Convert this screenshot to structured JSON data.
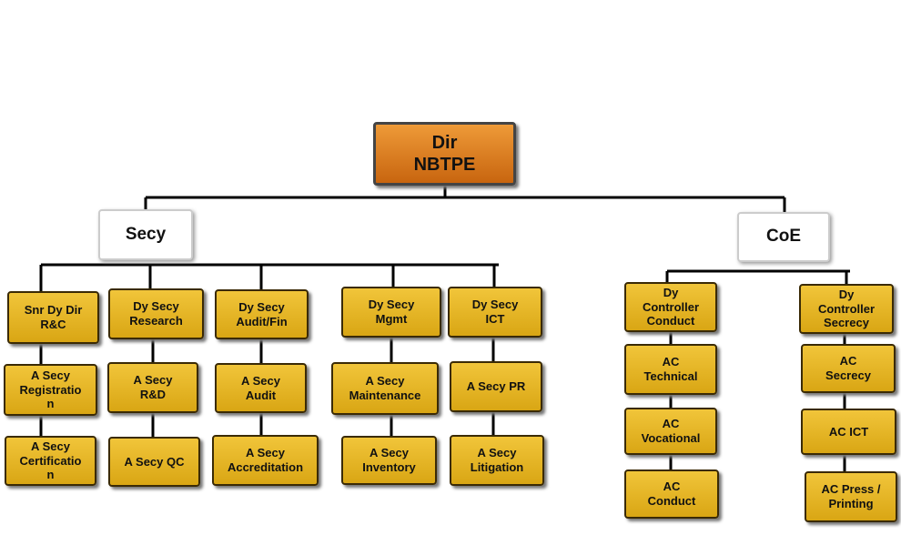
{
  "chart": {
    "top": "Dir\nNBTPE",
    "secy": "Secy",
    "coe": "CoE",
    "secy_columns": [
      [
        "Snr Dy Dir\nR&C",
        "A Secy\nRegistratio\nn",
        "A Secy\nCertificatio\nn"
      ],
      [
        "Dy Secy\nResearch",
        "A Secy\nR&D",
        "A Secy  QC"
      ],
      [
        "Dy Secy\nAudit/Fin",
        "A Secy\nAudit",
        "A Secy\nAccreditation"
      ],
      [
        "Dy Secy\nMgmt",
        "A Secy\nMaintenance",
        "A Secy\nInventory"
      ],
      [
        "Dy Secy\nICT",
        "A Secy  PR",
        "A Secy\nLitigation"
      ]
    ],
    "coe_columns": [
      [
        "Dy\nController\nConduct",
        "AC\nTechnical",
        "AC\nVocational",
        "AC\nConduct"
      ],
      [
        "Dy\nController\nSecrecy",
        "AC\nSecrecy",
        "AC  ICT",
        "AC Press /\nPrinting"
      ]
    ]
  }
}
